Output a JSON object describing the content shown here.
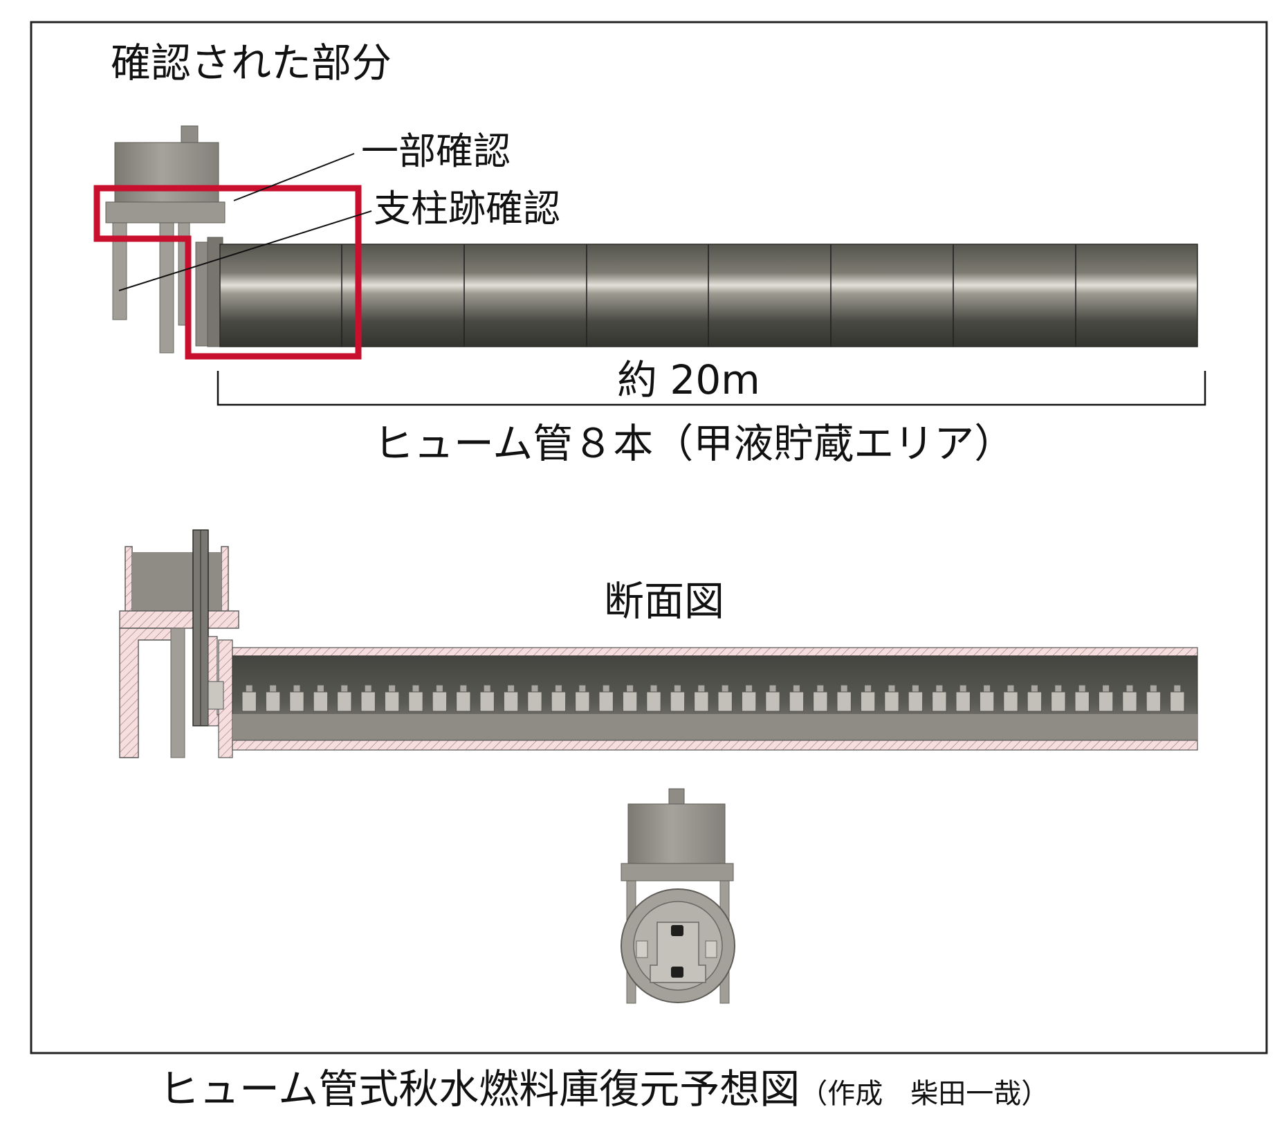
{
  "labels": {
    "confirmed_parts": "確認された部分",
    "partially_confirmed": "一部確認",
    "pillar_traces_confirmed": "支柱跡確認",
    "length": "約 20m",
    "pipes": "ヒューム管８本（甲液貯蔵エリア）",
    "section_view": "断面図"
  },
  "caption": {
    "main": "ヒューム管式秋水燃料庫復元予想図",
    "credit": "（作成　柴田一哉）"
  },
  "colors": {
    "highlight_red": "#c8102e",
    "concrete_gray": "#9a9790",
    "pipe_dark": "#3a3a36",
    "hatch_pink": "#f3d4d4",
    "frame": "#222222"
  },
  "pipe_count": 8
}
